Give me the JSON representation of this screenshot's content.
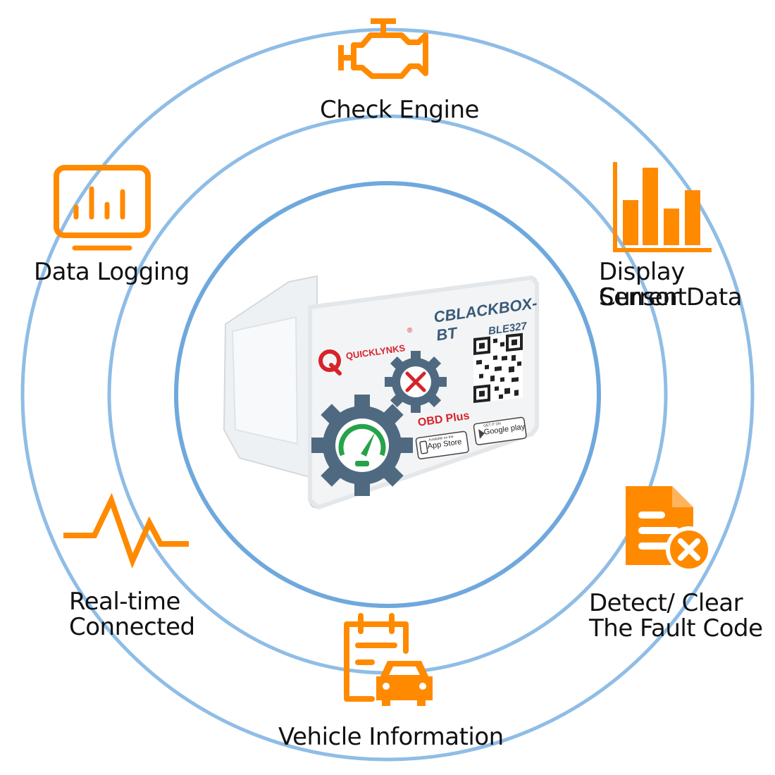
{
  "colors": {
    "accent": "#ff8a00",
    "ring": "#7fb2e0",
    "gear": "#4f6a80",
    "brand_red": "#d6242b",
    "gauge_green": "#26a34a",
    "device_text": "#3a5a78"
  },
  "features": [
    {
      "icon": "engine-icon",
      "label": "Check Engine"
    },
    {
      "icon": "monitor-chart-icon",
      "label": "Data Logging"
    },
    {
      "icon": "bar-chart-icon",
      "label_line1": "Display Current",
      "label_line2": "Sensor Data"
    },
    {
      "icon": "pulse-icon",
      "label_line1": "Real-time",
      "label_line2": "Connected"
    },
    {
      "icon": "fault-document-icon",
      "label_line1": "Detect/ Clear",
      "label_line2": "The Fault Code"
    },
    {
      "icon": "calendar-car-icon",
      "label": "Vehicle Information"
    }
  ],
  "device": {
    "brand": "QUICKLYNKS",
    "registered_mark": "®",
    "model": "CBLACKBOX-BT",
    "model_sub": "BLE327",
    "app_name": "OBD Plus",
    "app_store_small": "Available on the",
    "app_store_big": "App Store",
    "google_small": "GET IT ON",
    "google_big": "Google play"
  }
}
